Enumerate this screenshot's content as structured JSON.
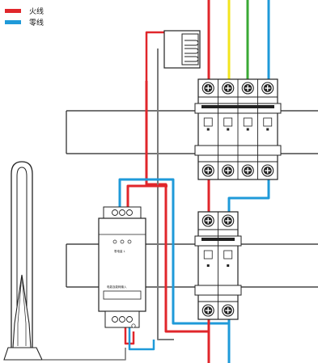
{
  "legend": [
    {
      "label": "火线",
      "color": "#e0262b"
    },
    {
      "label": "零线",
      "color": "#1f9ad9"
    }
  ],
  "colors": {
    "live_red": "#e0262b",
    "neutral_blue": "#1f9ad9",
    "yellow": "#f2e51d",
    "green": "#3aa935",
    "grey_wire": "#7a7a7a",
    "outline": "#222222"
  },
  "module": {
    "label_top": "零电量 L",
    "label_bottom": "电能及能耗输入"
  }
}
